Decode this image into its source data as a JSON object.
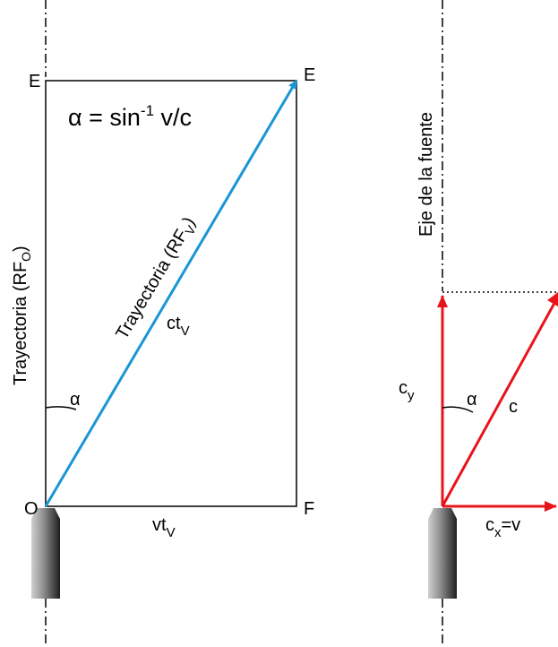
{
  "colors": {
    "blue": "#1a96d4",
    "red": "#e8141b",
    "gray_label": "#a6a6a6"
  },
  "left": {
    "label_E_faint": "E",
    "label_E": "E",
    "label_O": "O",
    "label_F": "F",
    "formula": {
      "alpha": "α",
      "eq": " = sin",
      "exp": "-1",
      "rest": " v/c"
    },
    "trajectory_o": {
      "text": "Trayectoria (RF",
      "sub": "O",
      "close": ")"
    },
    "trajectory_v": {
      "text": "Trayectoria (RF",
      "sub": "V",
      "close": ")"
    },
    "ct": {
      "main": "ct",
      "sub": "V"
    },
    "vt": {
      "main": "vt",
      "sub": "V"
    },
    "alpha": "α"
  },
  "right": {
    "axis_label": "Eje de la fuente",
    "cy": {
      "main": "c",
      "sub": "y"
    },
    "cx": {
      "main": "c",
      "sub": "x",
      "rest": "=v"
    },
    "c": "c",
    "alpha": "α"
  }
}
